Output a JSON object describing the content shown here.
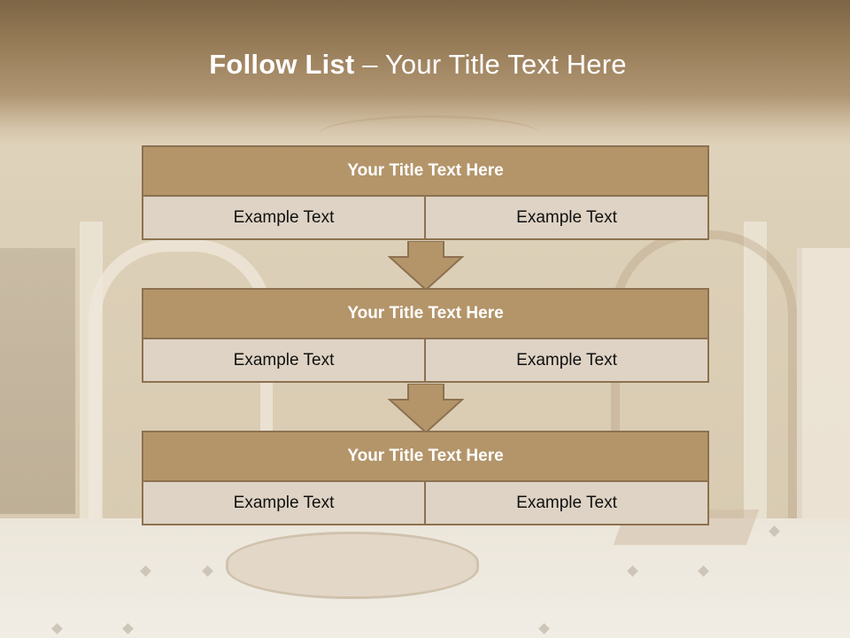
{
  "title": {
    "bold": "Follow List",
    "rest": " – Your Title Text Here"
  },
  "blocks": [
    {
      "title": "Your Title Text Here",
      "left": "Example Text",
      "right": "Example Text"
    },
    {
      "title": "Your Title Text Here",
      "left": "Example Text",
      "right": "Example Text"
    },
    {
      "title": "Your Title Text Here",
      "left": "Example Text",
      "right": "Example Text"
    }
  ],
  "colors": {
    "header_fill": "#b4956a",
    "header_border": "#8c7150",
    "cell_fill": "#ded3c4",
    "title_band": "#937854"
  }
}
